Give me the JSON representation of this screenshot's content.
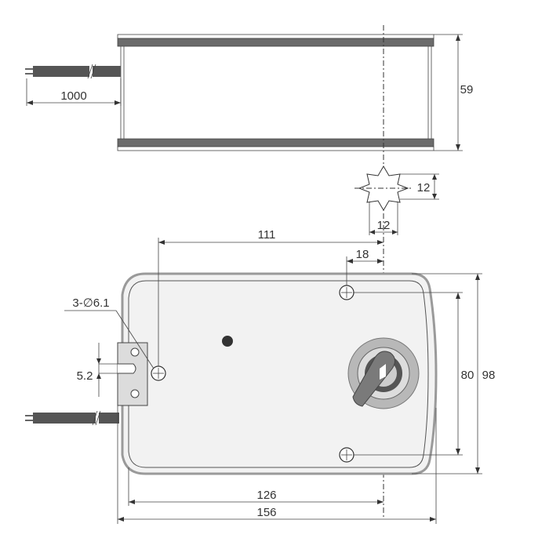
{
  "dimensions": {
    "cable_length": "1000",
    "height": "59",
    "shaft_width": "12",
    "shaft_depth": "12",
    "center_offset": "111",
    "hole_offset": "18",
    "mount_holes": "3-∅6.1",
    "slot_width": "5.2",
    "hole_spacing": "80",
    "total_height": "98",
    "body_length": "126",
    "total_length": "156"
  },
  "colors": {
    "line": "#333333",
    "band": "#6b6b6b",
    "body_fill": "#f2f2f2",
    "body_outline": "#9a9a9a",
    "dark": "#555555"
  }
}
